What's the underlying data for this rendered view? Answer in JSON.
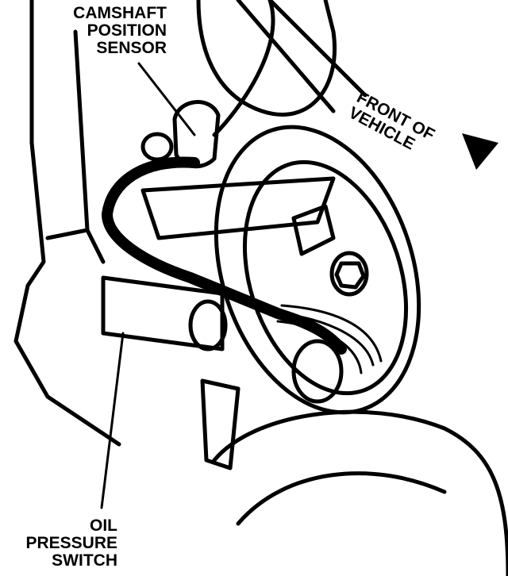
{
  "labels": {
    "camshaft_sensor": [
      "CAMSHAFT",
      "POSITION",
      "SENSOR"
    ],
    "front_of_vehicle": [
      "FRONT OF",
      "VEHICLE"
    ],
    "oil_pressure_switch": [
      "OIL",
      "PRESSURE",
      "SWITCH"
    ]
  },
  "colors": {
    "ink": "#000000",
    "paper": "#ffffff"
  },
  "icons": {
    "direction_arrow": "arrow-right-icon"
  }
}
